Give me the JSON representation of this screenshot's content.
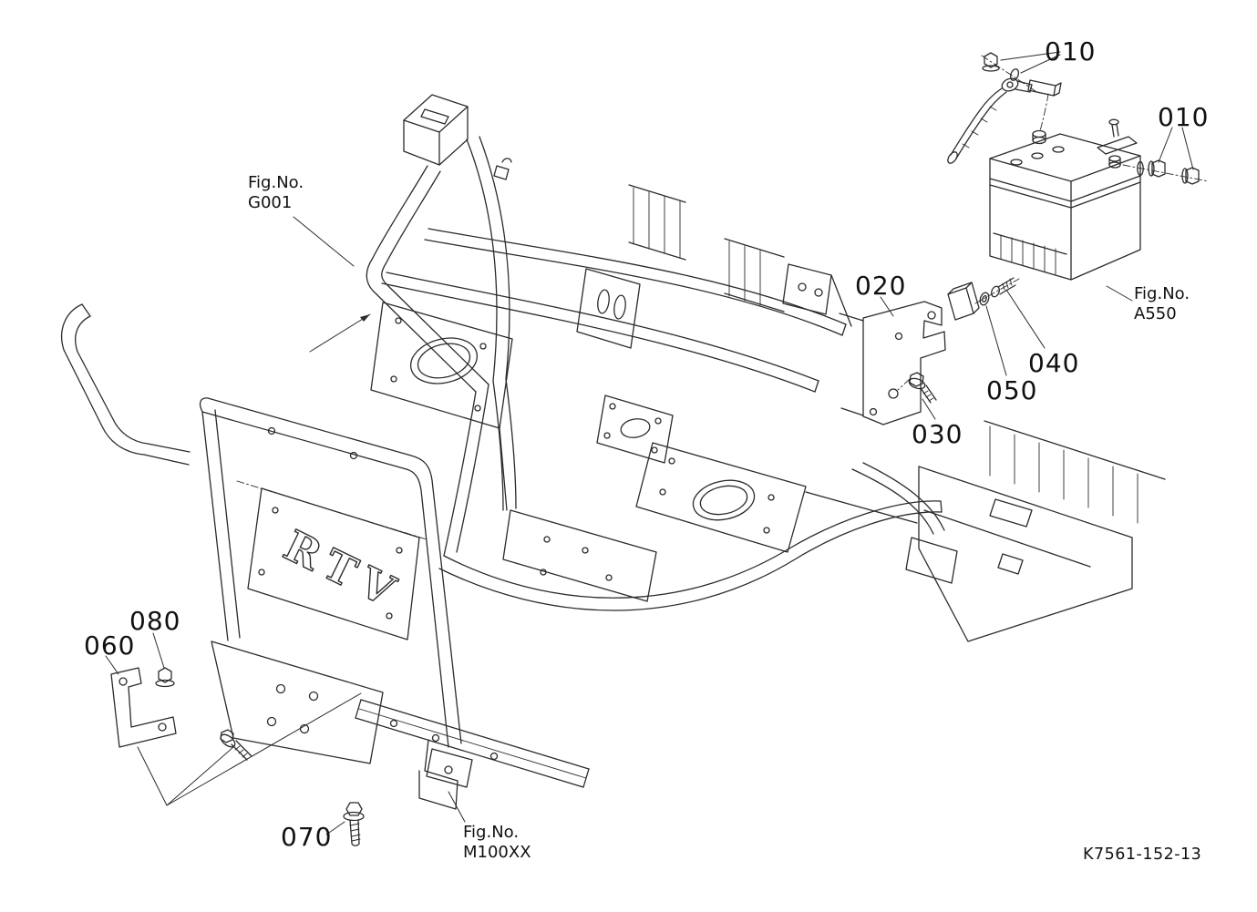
{
  "page": {
    "drawing_code": "K7561-152-13",
    "logo_text": "RTV"
  },
  "callouts": {
    "c010_cable": "010",
    "c010_terminal": "010",
    "c020": "020",
    "c030": "030",
    "c040": "040",
    "c050": "050",
    "c060": "060",
    "c070": "070",
    "c080": "080"
  },
  "fig_refs": {
    "g001": {
      "prefix": "Fig.No.",
      "code": "G001"
    },
    "a550": {
      "prefix": "Fig.No.",
      "code": "A550"
    },
    "m100xx": {
      "prefix": "Fig.No.",
      "code": "M100XX"
    }
  }
}
